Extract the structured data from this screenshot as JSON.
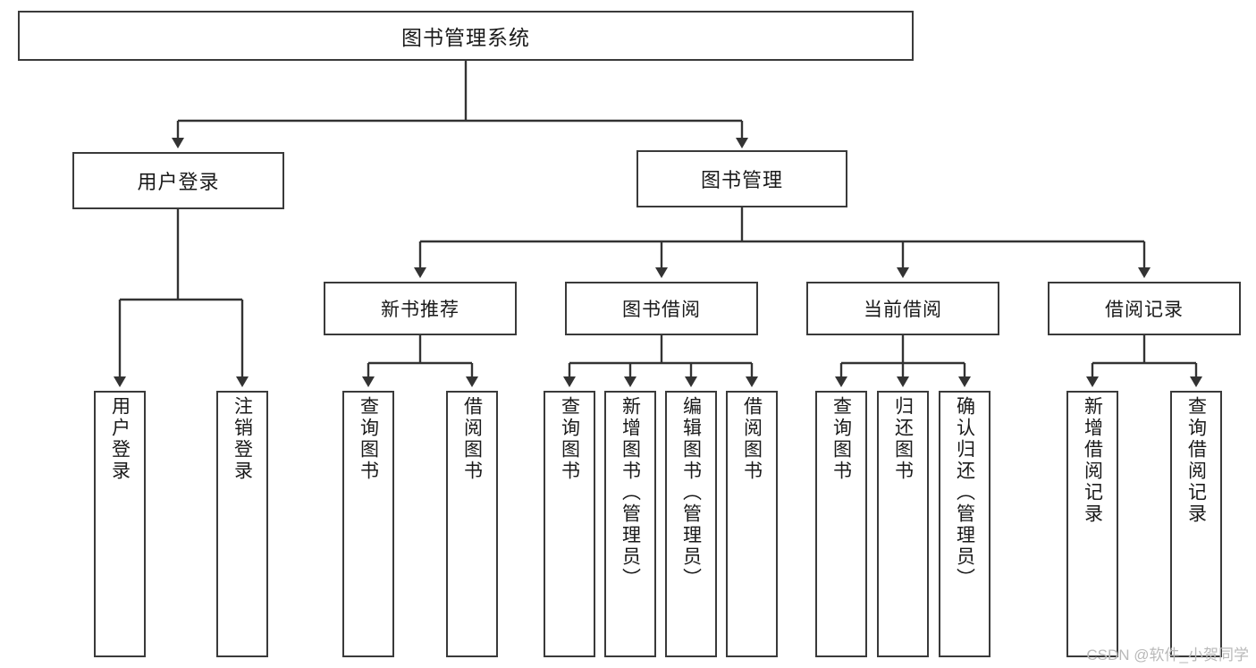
{
  "diagram": {
    "title": "图书管理系统",
    "type": "tree-hierarchy-chart",
    "colors": {
      "box_border": "#3a3a3a",
      "box_fill": "#ffffff",
      "connector": "#333333",
      "text": "#1a1a1a",
      "watermark": "#b9b9b9",
      "background": "#ffffff"
    },
    "root": {
      "label": "图书管理系统"
    },
    "level2": [
      {
        "label": "用户登录"
      },
      {
        "label": "图书管理"
      }
    ],
    "level3": [
      {
        "label": "新书推荐"
      },
      {
        "label": "图书借阅"
      },
      {
        "label": "当前借阅"
      },
      {
        "label": "借阅记录"
      }
    ],
    "leaves": {
      "user_login": [
        {
          "label": "用户登录"
        },
        {
          "label": "注销登录"
        }
      ],
      "new_book_recommend": [
        {
          "label": "查询图书"
        },
        {
          "label": "借阅图书"
        }
      ],
      "book_borrow": [
        {
          "label": "查询图书"
        },
        {
          "label": "新增图书（管理员）"
        },
        {
          "label": "编辑图书（管理员）"
        },
        {
          "label": "借阅图书"
        }
      ],
      "current_borrow": [
        {
          "label": "查询图书"
        },
        {
          "label": "归还图书"
        },
        {
          "label": "确认归还（管理员）"
        }
      ],
      "borrow_record": [
        {
          "label": "新增借阅记录"
        },
        {
          "label": "查询借阅记录"
        }
      ]
    },
    "watermark": "CSDN @软件_小贺同学"
  }
}
